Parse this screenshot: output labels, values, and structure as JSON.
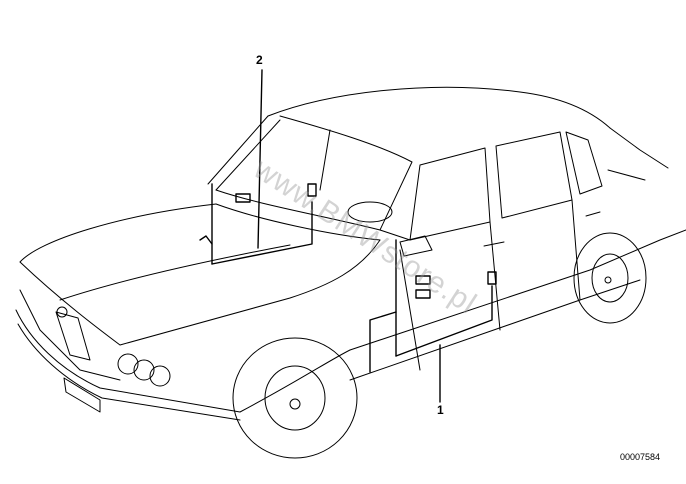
{
  "callouts": [
    {
      "id": "1",
      "label": "1"
    },
    {
      "id": "2",
      "label": "2"
    }
  ],
  "part_number": "00007584",
  "watermark": "www.BMWstore.pl",
  "colors": {
    "line": "#000000",
    "background": "#ffffff",
    "watermark": "#969696"
  }
}
